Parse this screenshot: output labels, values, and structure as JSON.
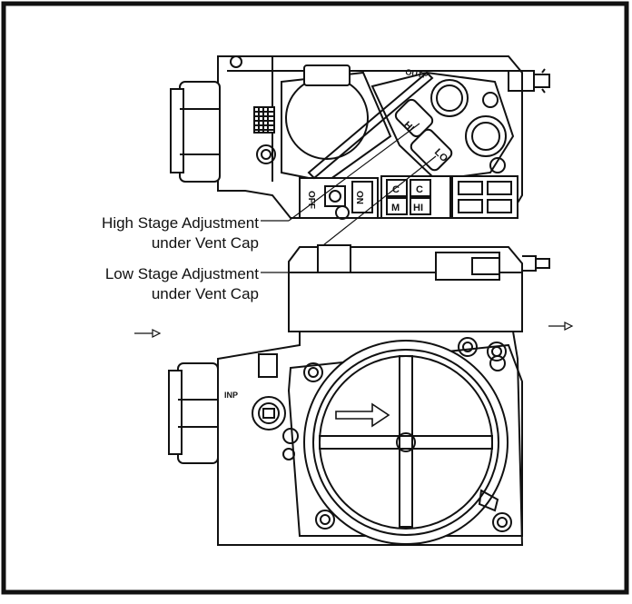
{
  "callouts": {
    "high_stage": {
      "line1": "High Stage Adjustment",
      "line2": "under Vent Cap"
    },
    "low_stage": {
      "line1": "Low Stage Adjustment",
      "line2": "under Vent Cap"
    }
  },
  "valve_labels": {
    "outlet": "OUTP",
    "inlet": "INP",
    "hi_adjust": "HI",
    "lo_adjust": "LO",
    "off": "OFF",
    "on": "ON",
    "c1": "C",
    "c2": "C",
    "m": "M",
    "hi": "HI"
  },
  "colors": {
    "line": "#111111",
    "background": "#ffffff"
  }
}
